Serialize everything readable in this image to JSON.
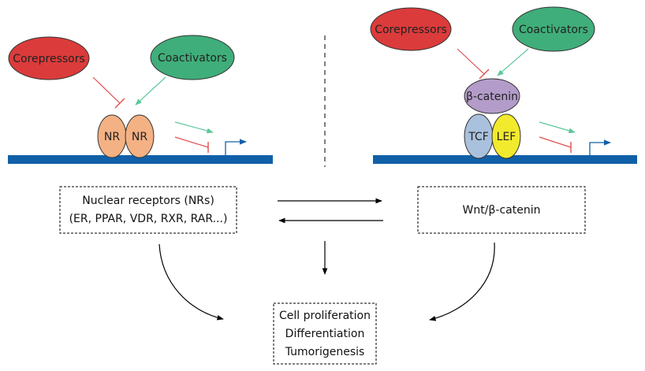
{
  "left": {
    "corepressors": "Corepressors",
    "coactivators": "Coactivators",
    "nr_left": "NR",
    "nr_right": "NR"
  },
  "right": {
    "corepressors": "Corepressors",
    "coactivators": "Coactivators",
    "beta_catenin": "β-catenin",
    "tcf": "TCF",
    "lef": "LEF"
  },
  "boxes": {
    "nuclear_receptors_line1": "Nuclear receptors (NRs)",
    "nuclear_receptors_line2": "(ER, PPAR, VDR, RXR, RAR...)",
    "wnt": "Wnt/β-catenin",
    "outcome_line1": "Cell proliferation",
    "outcome_line2": "Differentiation",
    "outcome_line3": "Tumorigenesis"
  },
  "colors": {
    "corepressor_fill": "#db3b3b",
    "coactivator_fill": "#3fae7a",
    "nr_fill": "#f4b183",
    "beta_catenin_fill": "#b39cc9",
    "tcf_fill": "#a9c1dd",
    "lef_fill": "#f2ea2c",
    "dna_bar": "#1060a8",
    "activation_arrow": "#5cc79a",
    "repression_arrow": "#e05050"
  }
}
